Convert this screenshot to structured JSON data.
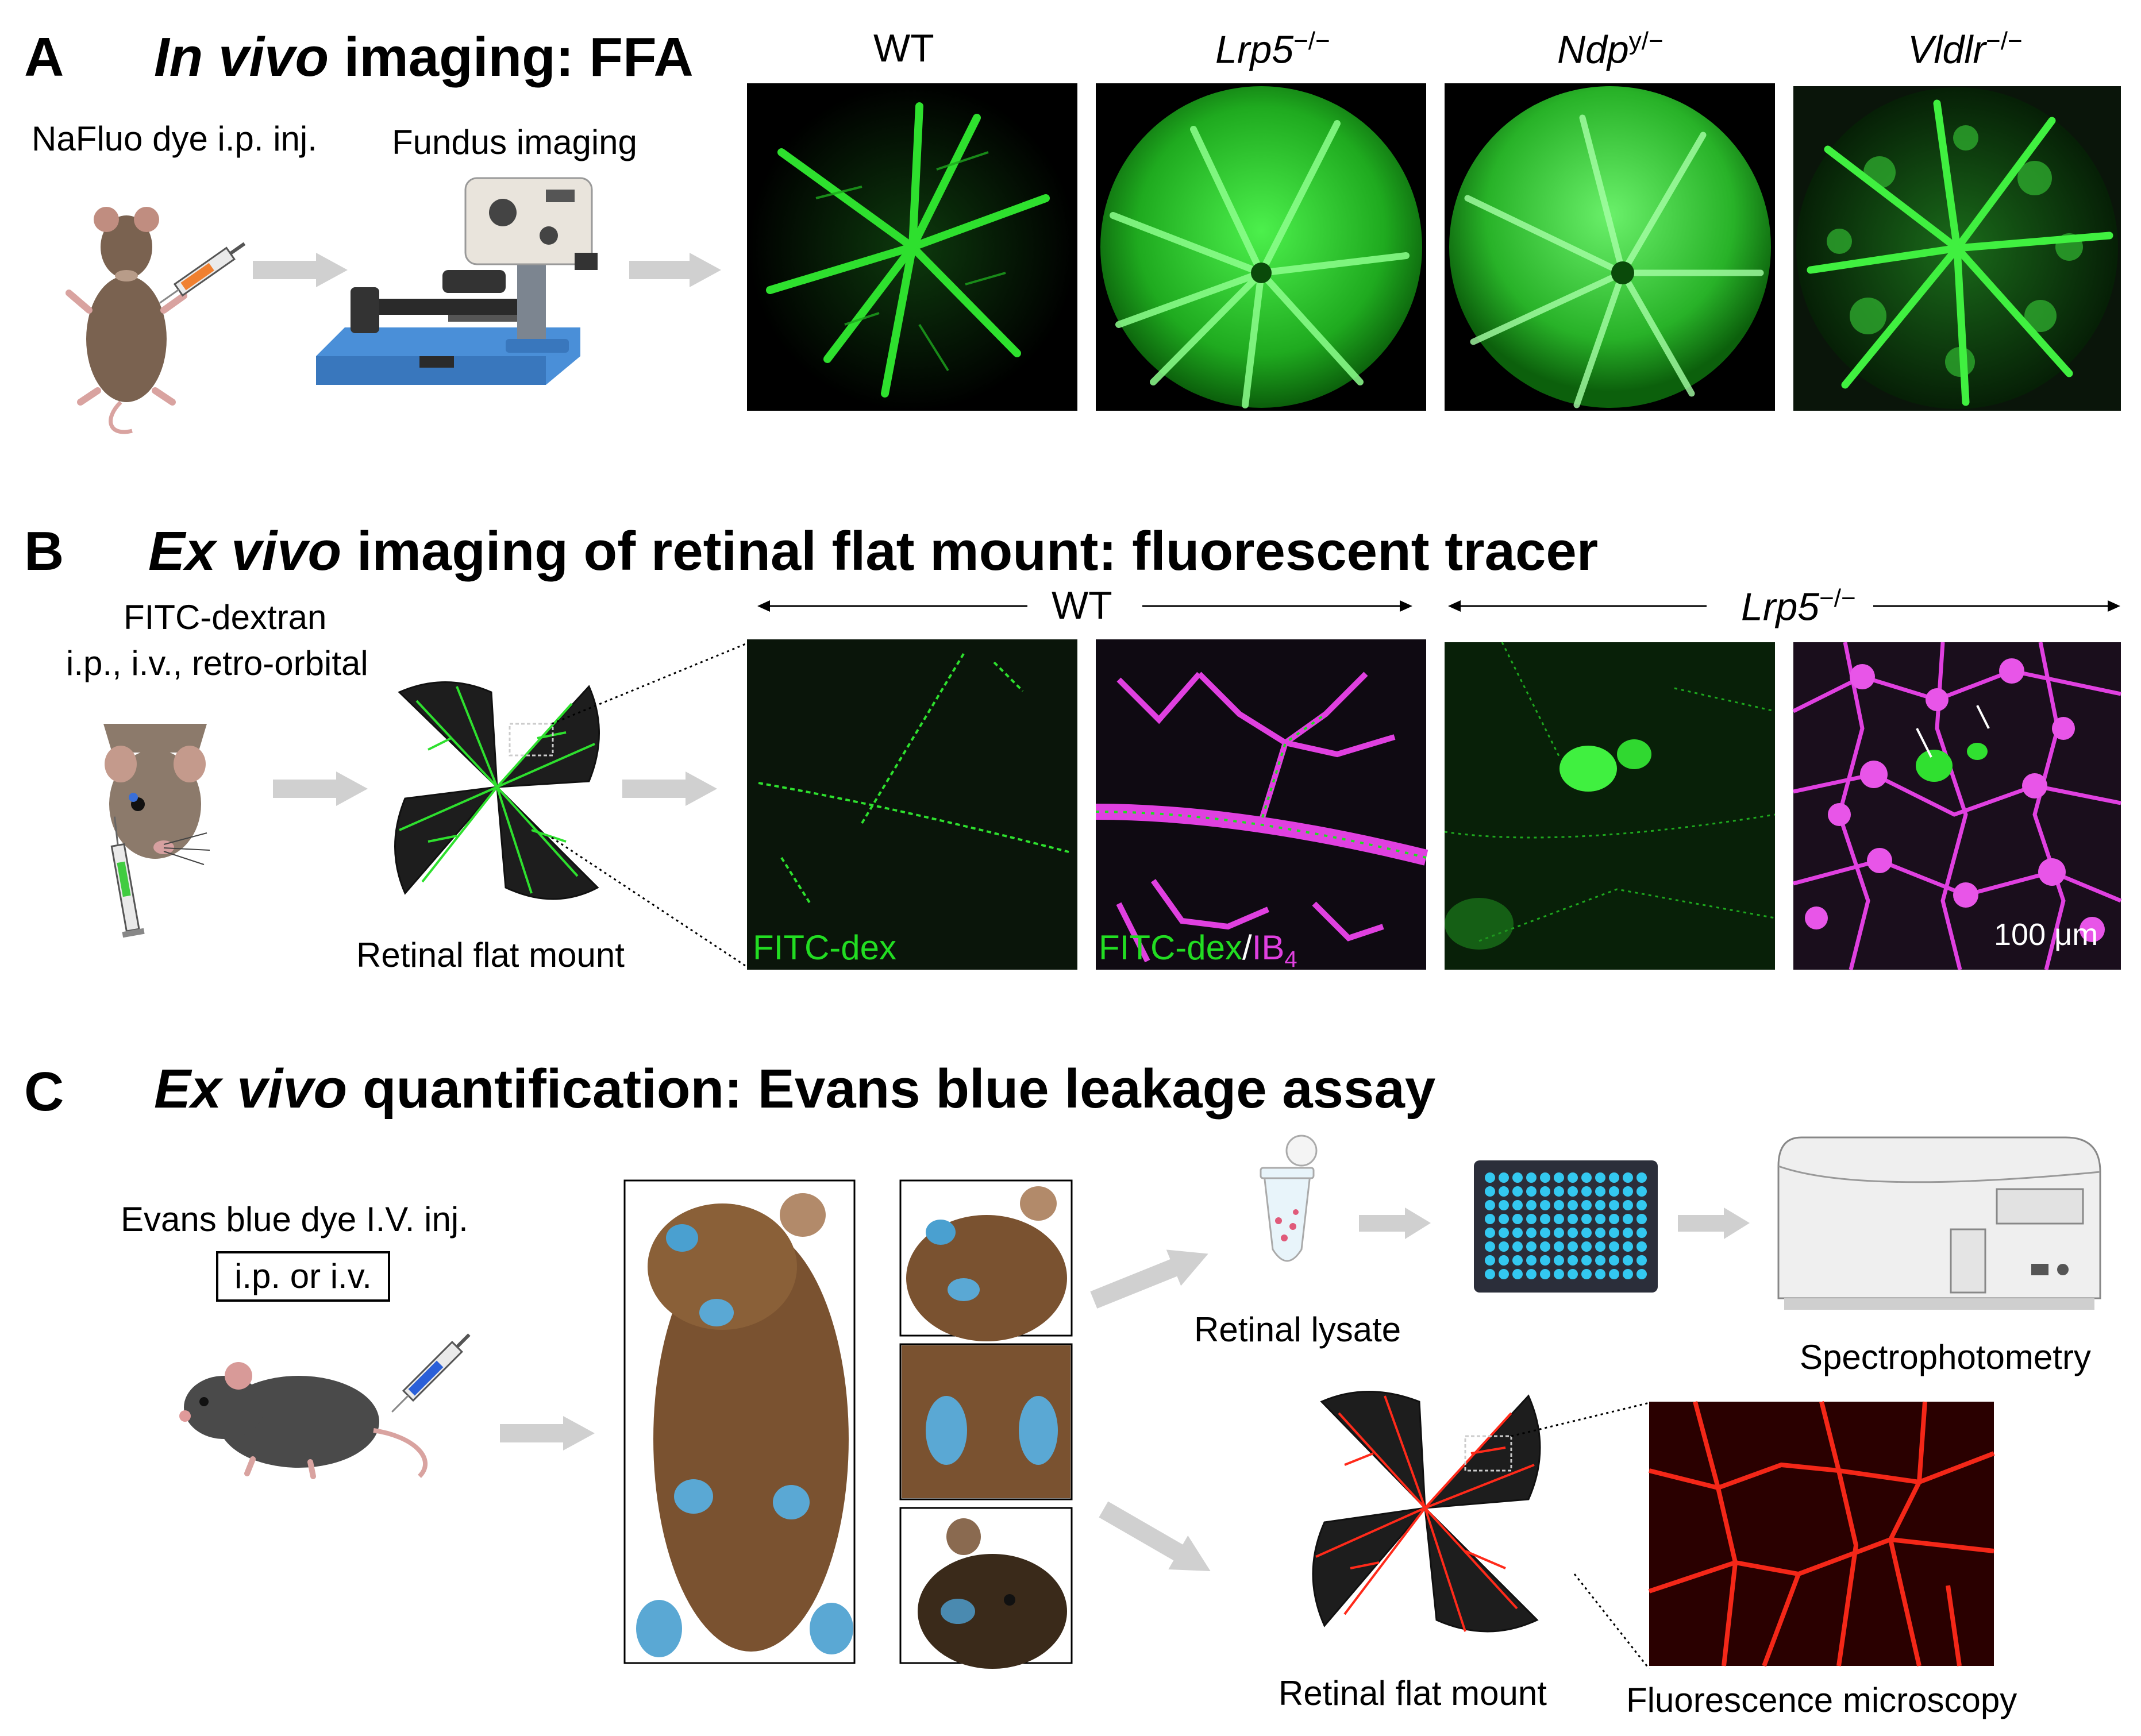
{
  "panels": {
    "A": {
      "letter": "A",
      "title_italic": "In vivo",
      "title_rest": " imaging: FFA",
      "steps": [
        "NaFluo dye i.p. inj.",
        "Fundus imaging"
      ],
      "images": [
        {
          "label_main": "WT",
          "label_sup": ""
        },
        {
          "label_main": "Lrp5",
          "label_sup": "−/−"
        },
        {
          "label_main": "Ndp",
          "label_sup": "y/−"
        },
        {
          "label_main": "Vldlr",
          "label_sup": "−/−"
        }
      ]
    },
    "B": {
      "letter": "B",
      "title_italic": "Ex vivo",
      "title_rest": " imaging of retinal flat mount: fluorescent tracer",
      "tracer_line1": "FITC-dextran",
      "tracer_line2": "i.p., i.v., retro-orbital",
      "flat_mount_label": "Retinal flat mount",
      "group_wt": "WT",
      "group_mut_main": "Lrp5",
      "group_mut_sup": "−/−",
      "img1_label": "FITC-dex",
      "img2_label_green": "FITC-dex",
      "img2_label_sep": "/",
      "img2_label_mag": "IB",
      "img2_label_sub": "4",
      "scale_bar": "100 μm"
    },
    "C": {
      "letter": "C",
      "title_italic": "Ex vivo",
      "title_rest": " quantification: Evans blue leakage assay",
      "injection": "Evans blue dye I.V. inj.",
      "route_box": "i.p. or i.v.",
      "lysate": "Retinal lysate",
      "spectro": "Spectrophotometry",
      "flat_mount": "Retinal flat mount",
      "microscopy": "Fluorescence microscopy"
    }
  },
  "colors": {
    "arrow": "#d0d0d0",
    "fitc_green": "#22dd22",
    "ib4_magenta": "#e040e0",
    "evans_red": "#ff2a1a",
    "plate_well": "#33c8f0"
  }
}
